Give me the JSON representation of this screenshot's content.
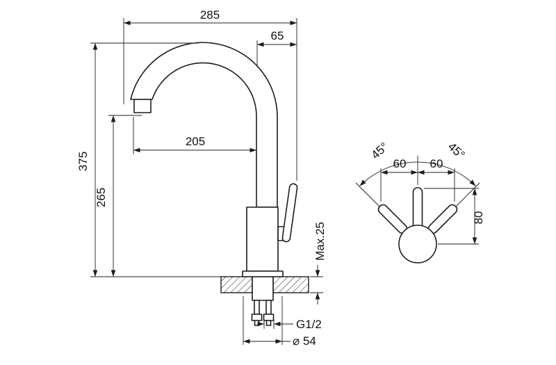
{
  "front_view": {
    "dims": {
      "overall_reach": "285",
      "handle_offset": "65",
      "overall_height": "375",
      "spout_height": "265",
      "spout_reach": "205",
      "max_mounting_thickness": "Max.25",
      "inlet_thread": "G1/2",
      "base_diameter": "⌀ 54"
    }
  },
  "top_view": {
    "dims": {
      "swing_angle_left": "45°",
      "swing_angle_right": "45°",
      "handle_span_left": "60",
      "handle_span_right": "60",
      "handle_length": "80"
    }
  },
  "colors": {
    "line": "#1c1c1c",
    "background": "#ffffff"
  }
}
